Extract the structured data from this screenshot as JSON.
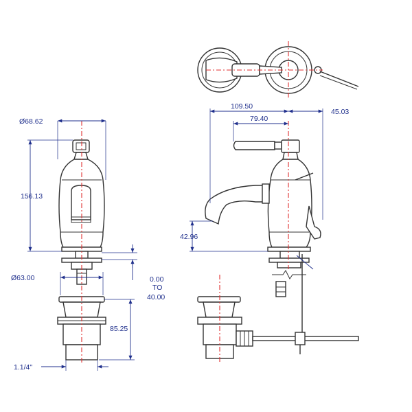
{
  "dimensions": {
    "body_diameter": "Ø68.62",
    "body_height": "156.13",
    "base_diameter": "Ø63.00",
    "deck_thickness_min": "0.00",
    "deck_thickness_to": "TO",
    "deck_thickness_max": "40.00",
    "waste_length": "85.25",
    "waste_thread": "1.1/4\"",
    "projection": "109.50",
    "lever_projection": "45.03",
    "handle_offset": "79.40",
    "spout_height": "42.96"
  },
  "colors": {
    "dimension": "#1f2f8c",
    "centerline": "#e03030",
    "outline": "#333333"
  }
}
